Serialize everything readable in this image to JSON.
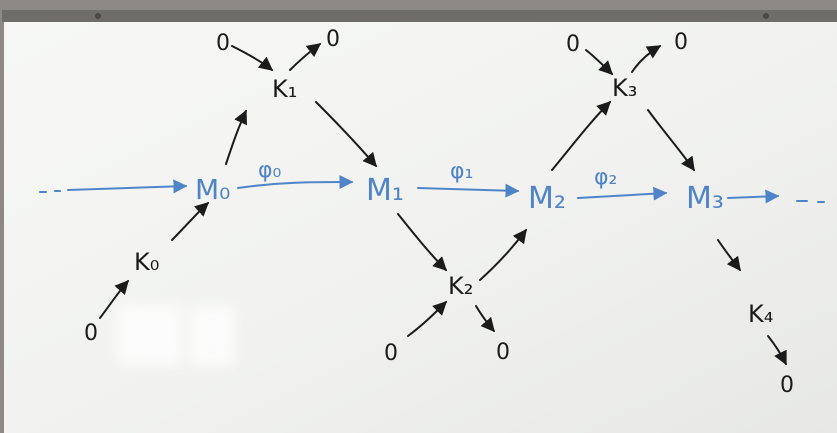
{
  "whiteboard": {
    "frame_color": "#8b8983",
    "board_color": "#f3f4f2",
    "ink_black": "#1b1b1b",
    "ink_blue": "#4f84c9"
  },
  "blue_chain": {
    "nodes": [
      "M₀",
      "M₁",
      "M₂",
      "M₃"
    ],
    "maps": [
      "φ₀",
      "φ₁",
      "φ₂"
    ],
    "left_ellipsis": "· · ·",
    "right_ellipsis": "- - ·"
  },
  "black_graph": {
    "k_nodes": [
      "K₀",
      "K₁",
      "K₂",
      "K₃",
      "K₄"
    ],
    "endpoint_label": "0"
  }
}
